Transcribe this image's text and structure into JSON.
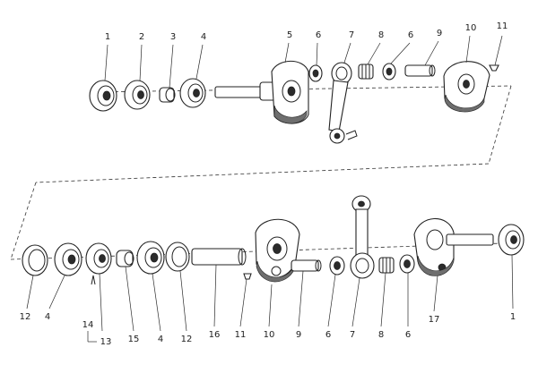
{
  "diagram": {
    "labels_top": [
      "1",
      "2",
      "3",
      "4",
      "5",
      "6",
      "7",
      "8",
      "6",
      "9",
      "10",
      "11"
    ],
    "labels_bottom": [
      "12",
      "4",
      "13",
      "14",
      "15",
      "4",
      "12",
      "16",
      "11",
      "10",
      "9",
      "6",
      "7",
      "8",
      "6",
      "17",
      "1"
    ]
  }
}
